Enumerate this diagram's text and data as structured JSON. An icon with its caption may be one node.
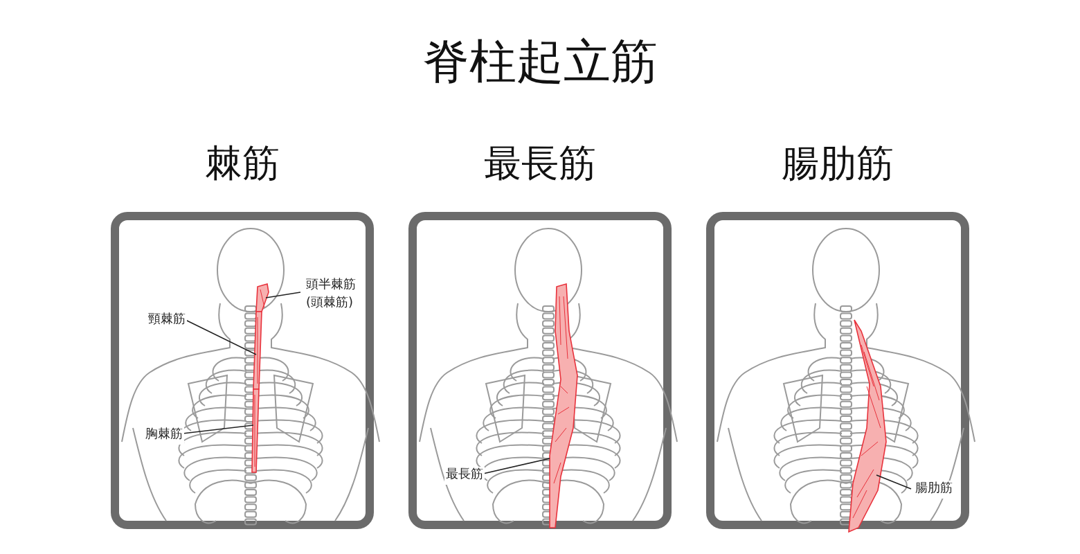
{
  "diagram": {
    "title": "脊柱起立筋",
    "nodes": [
      {
        "text": [
          "棘筋"
        ]
      },
      {
        "text": [
          "頭半棘筋(頭棘筋)"
        ],
        "in": 0
      },
      {
        "text": [
          "頸棘筋"
        ],
        "in": 0
      },
      {
        "text": [
          "胸棘筋"
        ],
        "in": 0
      },
      {
        "text": [],
        "shape": "picture",
        "in": 0
      },
      {
        "text": [],
        "shape": "picture",
        "in": 0
      },
      {
        "text": [],
        "shape": "picture",
        "in": 0
      },
      {
        "text": [
          "最長筋"
        ]
      },
      {
        "text": [
          "最長筋"
        ],
        "in": 7
      },
      {
        "text": [],
        "shape": "picture",
        "in": 7
      },
      {
        "text": [
          "腸肋筋"
        ]
      },
      {
        "text": [
          "腸肋筋"
        ],
        "in": 10
      },
      {
        "text": [],
        "shape": "picture",
        "in": 10
      }
    ],
    "edges": [
      {
        "from": 1,
        "to": 4,
        "arrow": "none"
      },
      {
        "from": 2,
        "to": 5,
        "arrow": "none"
      },
      {
        "from": 3,
        "to": 6,
        "arrow": "none"
      },
      {
        "from": 8,
        "to": 9,
        "arrow": "none"
      },
      {
        "from": 11,
        "to": 12,
        "arrow": "none"
      }
    ]
  }
}
